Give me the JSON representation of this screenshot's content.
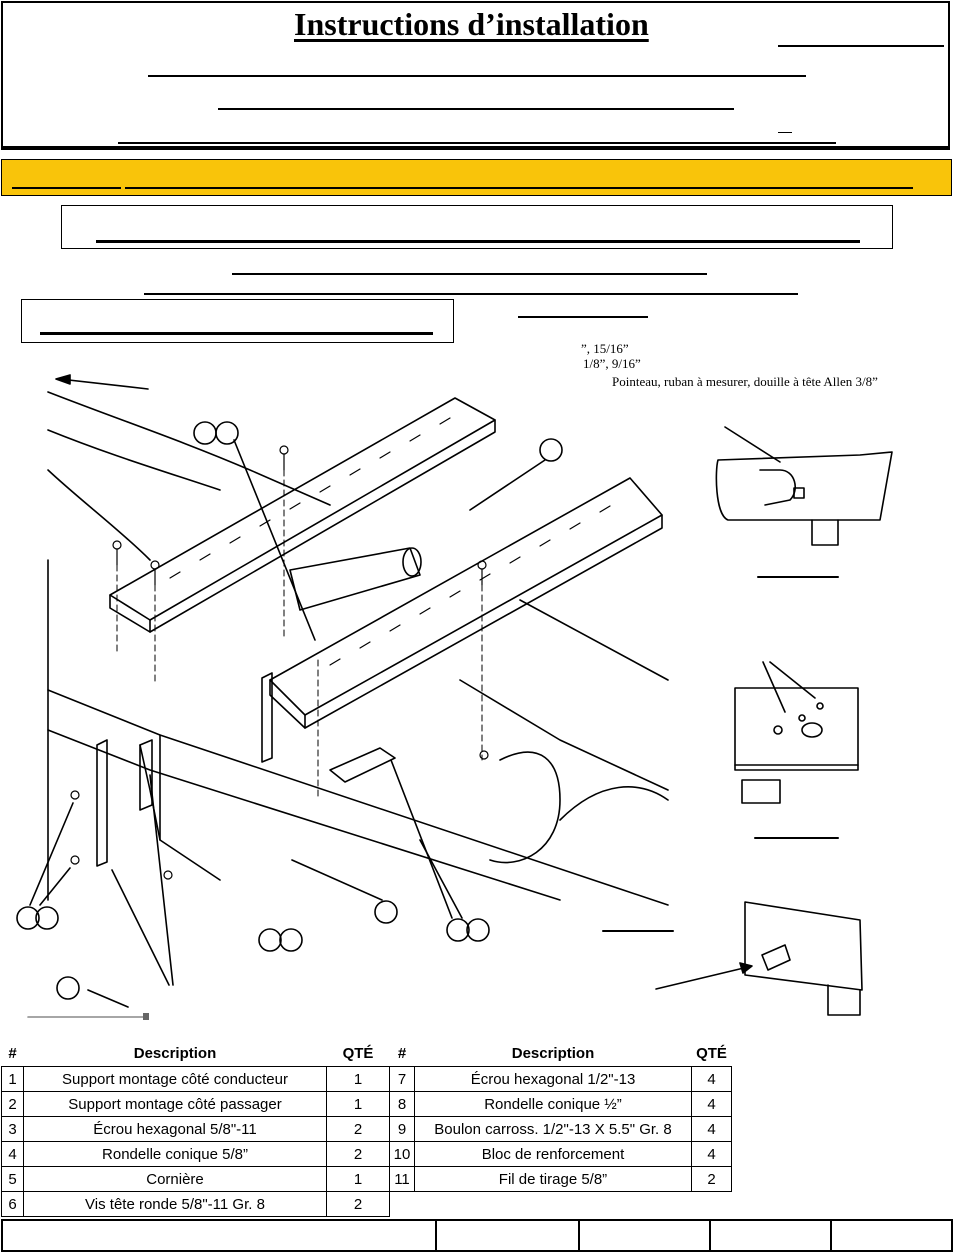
{
  "header": {
    "title": "Instructions d’installation"
  },
  "tools": {
    "line1": "”, 15/16”",
    "line2": "1/8”, 9/16”",
    "line3": "Pointeau, ruban à mesurer, douille à tête Allen 3/8”"
  },
  "parts_table": {
    "headers": {
      "num": "#",
      "description": "Description",
      "qty": "QTÉ"
    },
    "rows": [
      {
        "num": "1",
        "desc": "Support montage côté conducteur",
        "qty": "1",
        "num2": "7",
        "desc2": "Écrou hexagonal 1/2\"-13",
        "qty2": "4"
      },
      {
        "num": "2",
        "desc": "Support montage côté passager",
        "qty": "1",
        "num2": "8",
        "desc2": "Rondelle conique ½”",
        "qty2": "4"
      },
      {
        "num": "3",
        "desc": "Écrou hexagonal 5/8\"-11",
        "qty": "2",
        "num2": "9",
        "desc2": "Boulon carross. 1/2\"-13 X 5.5\" Gr. 8",
        "qty2": "4"
      },
      {
        "num": "4",
        "desc": "Rondelle conique 5/8”",
        "qty": "2",
        "num2": "10",
        "desc2": "Bloc de renforcement",
        "qty2": "4"
      },
      {
        "num": "5",
        "desc": "Cornière",
        "qty": "1",
        "num2": "11",
        "desc2": "Fil de tirage 5/8”",
        "qty2": "2"
      },
      {
        "num": "6",
        "desc": "Vis tête ronde 5/8\"-11 Gr. 8",
        "qty": "2",
        "num2": "",
        "desc2": "",
        "qty2": ""
      }
    ]
  },
  "colors": {
    "banner": "#f9c40a"
  }
}
